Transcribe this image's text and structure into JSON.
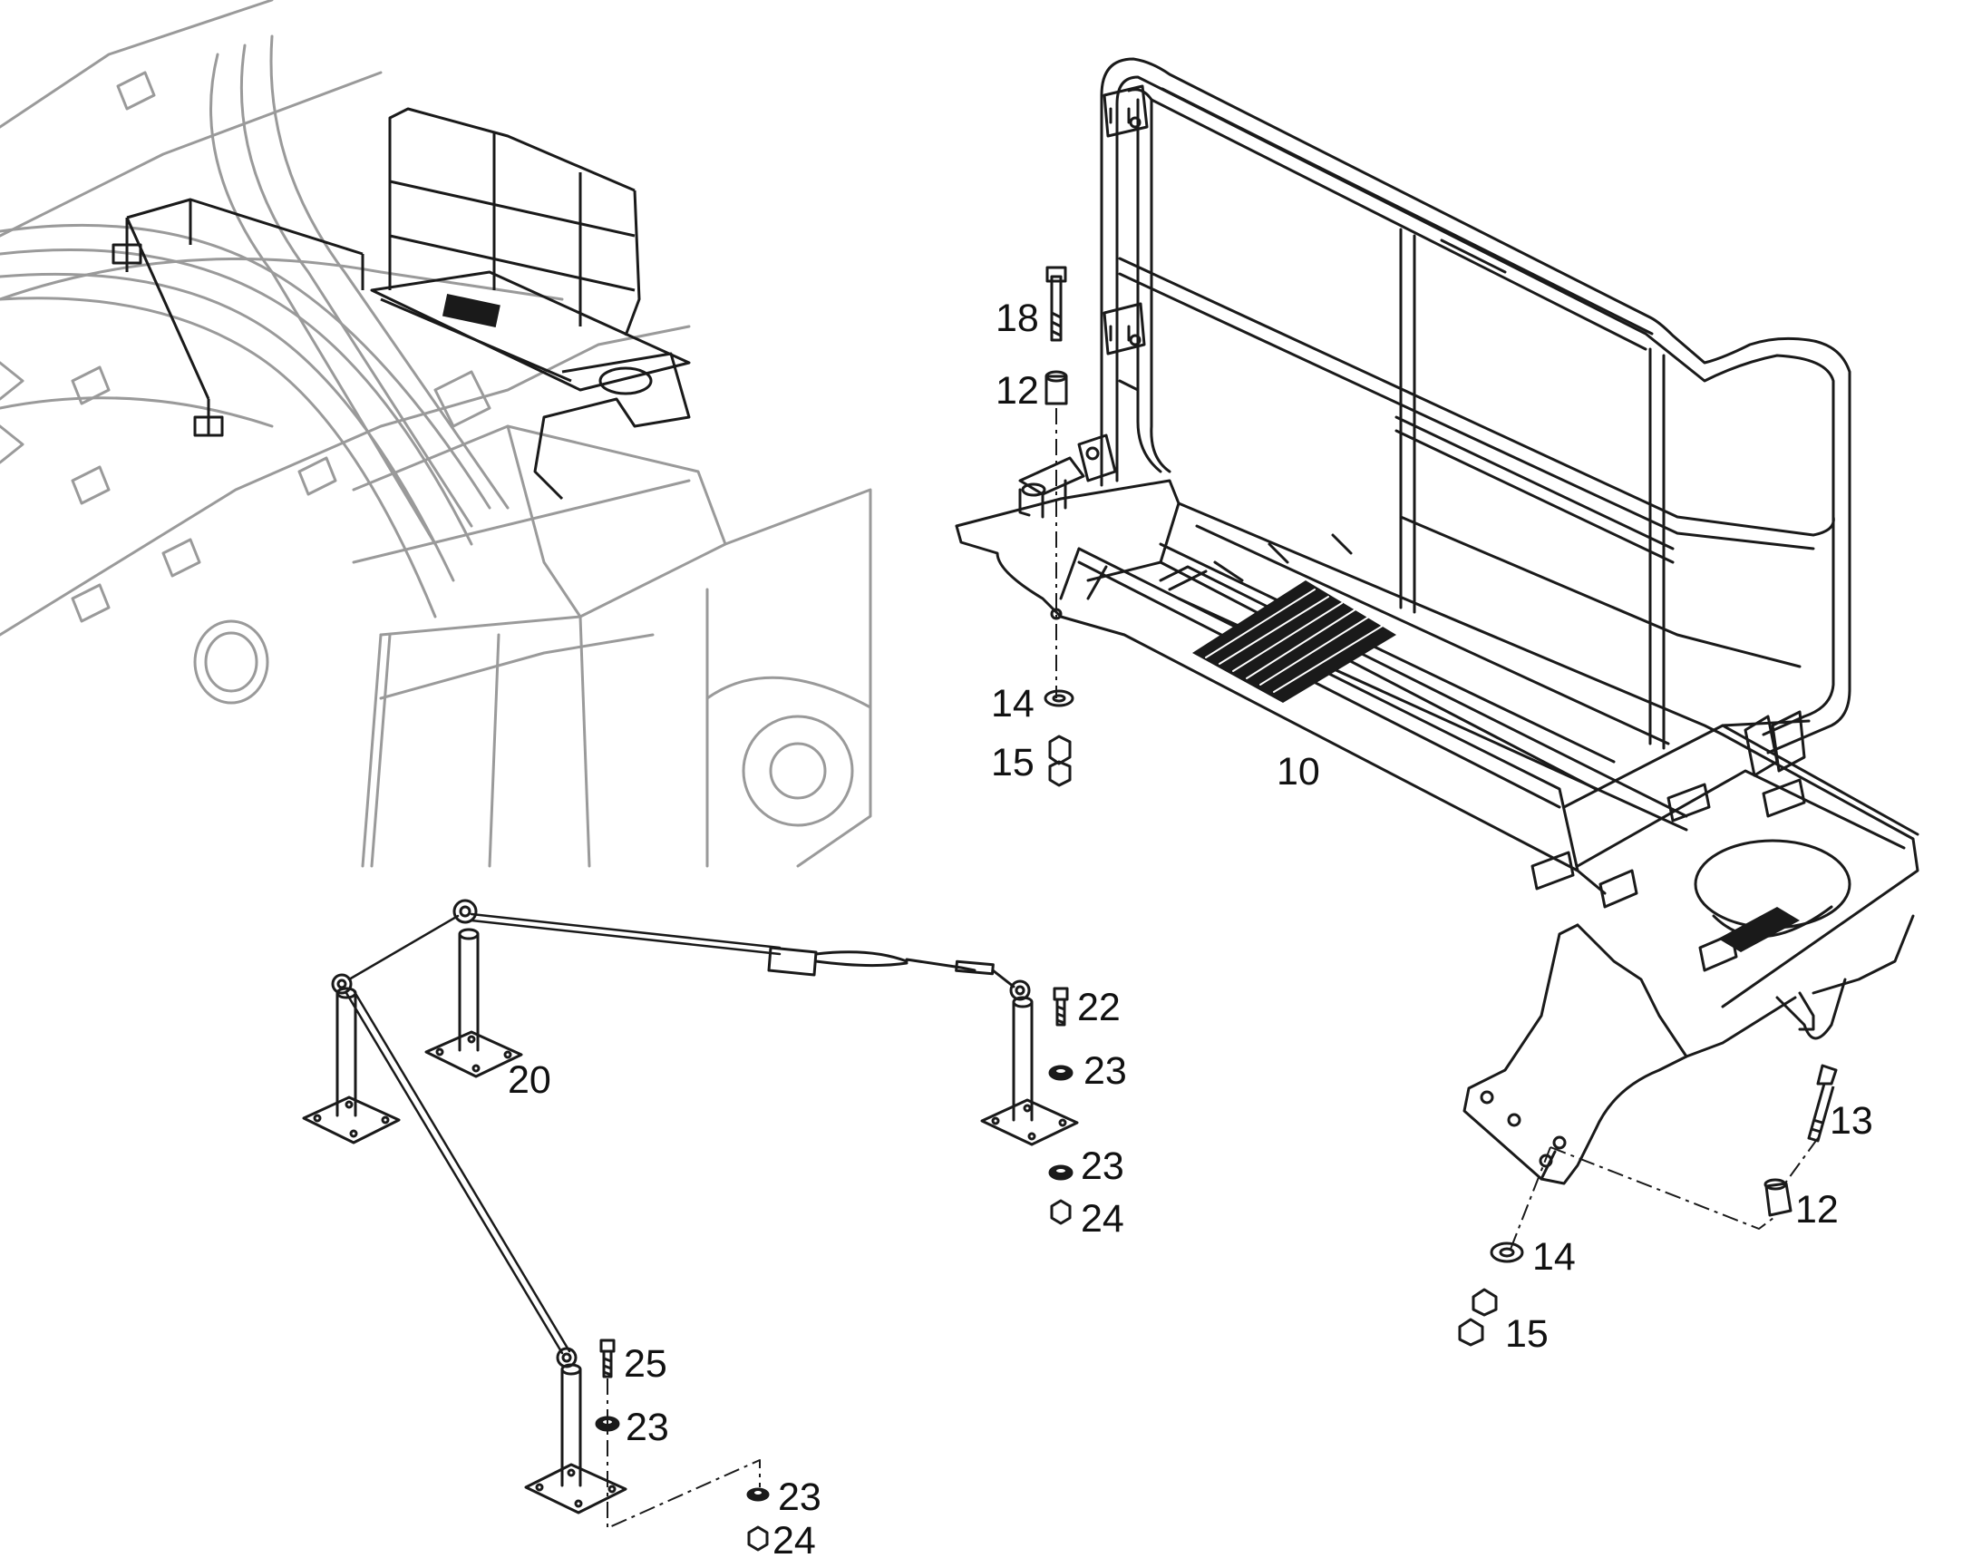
{
  "colors": {
    "line": "#1a1a1a",
    "ghost": "#9a9a9a",
    "background": "#ffffff"
  },
  "callouts": {
    "c18": "18",
    "c12a": "12",
    "c14a": "14",
    "c15a": "15",
    "c10": "10",
    "c22": "22",
    "c23a": "23",
    "c20": "20",
    "c23b": "23",
    "c24a": "24",
    "c13": "13",
    "c12b": "12",
    "c14b": "14",
    "c15b": "15",
    "c25": "25",
    "c23c": "23",
    "c23d": "23",
    "c24b": "24"
  }
}
